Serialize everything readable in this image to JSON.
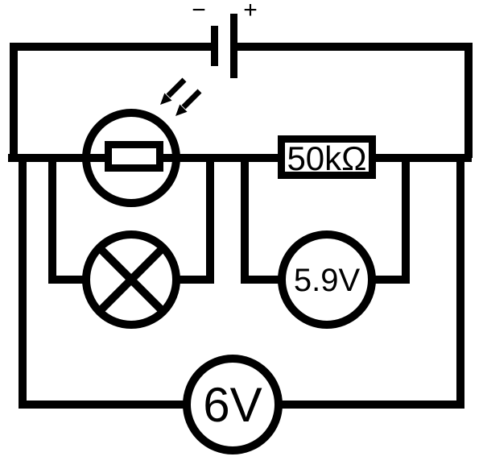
{
  "circuit": {
    "colors": {
      "line": "#000000",
      "background": "#ffffff",
      "component_fill": "#ffffff"
    },
    "battery": {
      "negative_label": "−",
      "positive_label": "+"
    },
    "fixed_resistor": {
      "label": "50kΩ"
    },
    "voltmeter_resistor": {
      "reading": "5.9V"
    },
    "voltmeter_battery": {
      "reading": "6V"
    }
  }
}
